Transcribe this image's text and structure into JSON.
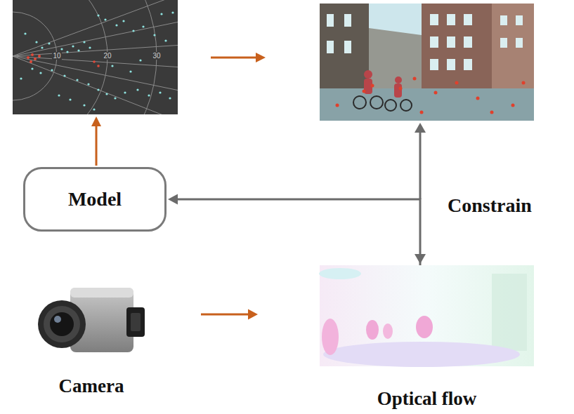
{
  "diagram": {
    "nodes": [
      {
        "text": [
          "Model"
        ]
      },
      {
        "text": [
          "Camera"
        ]
      },
      {
        "text": [
          "Optical flow"
        ]
      }
    ],
    "edges": [
      {
        "from": 1,
        "to": 2,
        "arrow": "to"
      },
      {
        "from": 2,
        "to": 0,
        "arrow": "to"
      }
    ],
    "labels": [
      "10",
      "20",
      "30",
      "Constrain"
    ]
  }
}
